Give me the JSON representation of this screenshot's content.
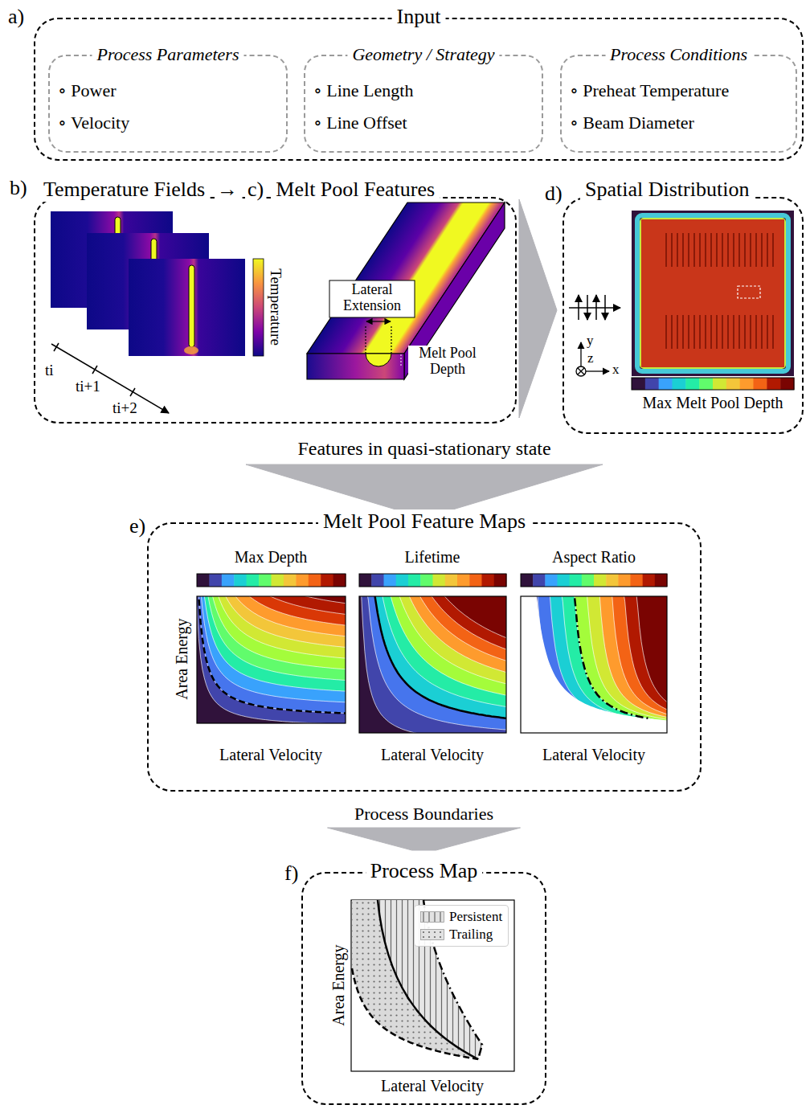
{
  "diagram": {
    "nodes": [
      {
        "text": [
          "Input"
        ]
      },
      {
        "text": [
          "Process Parameters",
          "∘ Power",
          "∘ Velocity"
        ],
        "in": 0
      },
      {
        "text": [
          "Geometry / Strategy",
          "∘ Line Length",
          "∘ Line Offset"
        ],
        "in": 0
      },
      {
        "text": [
          "Process Conditions",
          "∘ Preheat Temperature",
          "∘ Beam Diameter"
        ],
        "in": 0
      },
      {
        "text": [
          "Temperature Fields",
          "Melt Pool Features"
        ]
      },
      {
        "text": [
          "Spatial Distribution"
        ]
      },
      {
        "text": [
          "Melt Pool Feature Maps"
        ]
      },
      {
        "text": [
          "Process Map"
        ]
      }
    ],
    "edges": [
      {
        "from": 4,
        "to": 5,
        "arrow": "to"
      },
      {
        "from": 4,
        "to": 6,
        "arrow": "to",
        "label": "Features in quasi-stationary state"
      },
      {
        "from": 5,
        "to": 6,
        "arrow": "to"
      },
      {
        "from": 6,
        "to": 7,
        "arrow": "to",
        "label": "Process Boundaries"
      }
    ],
    "labels": [
      "a)",
      "b)",
      "→",
      "c)",
      "Temperature",
      "ti",
      "ti+1",
      "ti+2",
      "Lateral Extension",
      "Melt Pool Depth",
      "d)",
      "y",
      "z",
      "x",
      "Max Melt Pool Depth",
      "e)",
      "Max Depth",
      "Lifetime",
      "Aspect Ratio",
      "Area Energy",
      "Lateral Velocity",
      "Lateral Velocity",
      "Lateral Velocity",
      "f)",
      "Area Energy",
      "Lateral Velocity"
    ],
    "legend": [
      {
        "text": "Persistent"
      },
      {
        "text": "Trailing"
      }
    ]
  }
}
